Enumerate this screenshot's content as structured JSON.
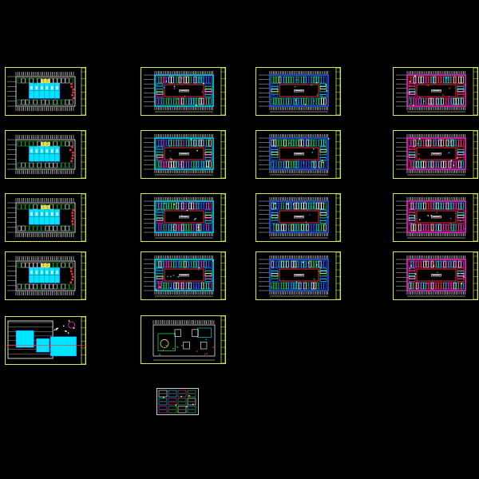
{
  "title": "",
  "layout": {
    "columns": 4,
    "rows": 5,
    "column_types": [
      "cyan-block-plan",
      "ring-plan-mixed",
      "ring-plan-blue",
      "ring-plan-magenta"
    ],
    "bottom_row": [
      "site-plan",
      "ground-plan-with-annex"
    ],
    "legend_sheet": "detail-sheet"
  },
  "sheets": [
    {
      "id": "c1r1",
      "kind": "cyan-block-plan"
    },
    {
      "id": "c2r1",
      "kind": "ring-plan-mixed"
    },
    {
      "id": "c3r1",
      "kind": "ring-plan-blue"
    },
    {
      "id": "c4r1",
      "kind": "ring-plan-magenta"
    },
    {
      "id": "c1r2",
      "kind": "cyan-block-plan"
    },
    {
      "id": "c2r2",
      "kind": "ring-plan-mixed"
    },
    {
      "id": "c3r2",
      "kind": "ring-plan-blue"
    },
    {
      "id": "c4r2",
      "kind": "ring-plan-magenta"
    },
    {
      "id": "c1r3",
      "kind": "cyan-block-plan"
    },
    {
      "id": "c2r3",
      "kind": "ring-plan-mixed"
    },
    {
      "id": "c3r3",
      "kind": "ring-plan-blue"
    },
    {
      "id": "c4r3",
      "kind": "ring-plan-magenta"
    },
    {
      "id": "c1r4",
      "kind": "cyan-block-plan"
    },
    {
      "id": "c2r4",
      "kind": "ring-plan-mixed"
    },
    {
      "id": "c3r4",
      "kind": "ring-plan-blue"
    },
    {
      "id": "c4r4",
      "kind": "ring-plan-magenta"
    },
    {
      "id": "c1r5",
      "kind": "site-plan"
    },
    {
      "id": "c2r5",
      "kind": "ground-plan-with-annex"
    },
    {
      "id": "legend",
      "kind": "detail-sheet"
    }
  ],
  "colors": {
    "background": "#000000",
    "frame": "#d4e85a",
    "title_strip": "#c8e040",
    "cyan": "#00e5ff",
    "blue": "#2a5cff",
    "magenta": "#ff2bd6",
    "red": "#ff3030",
    "white": "#ffffff",
    "green": "#20d040",
    "yellow": "#ffff40"
  }
}
